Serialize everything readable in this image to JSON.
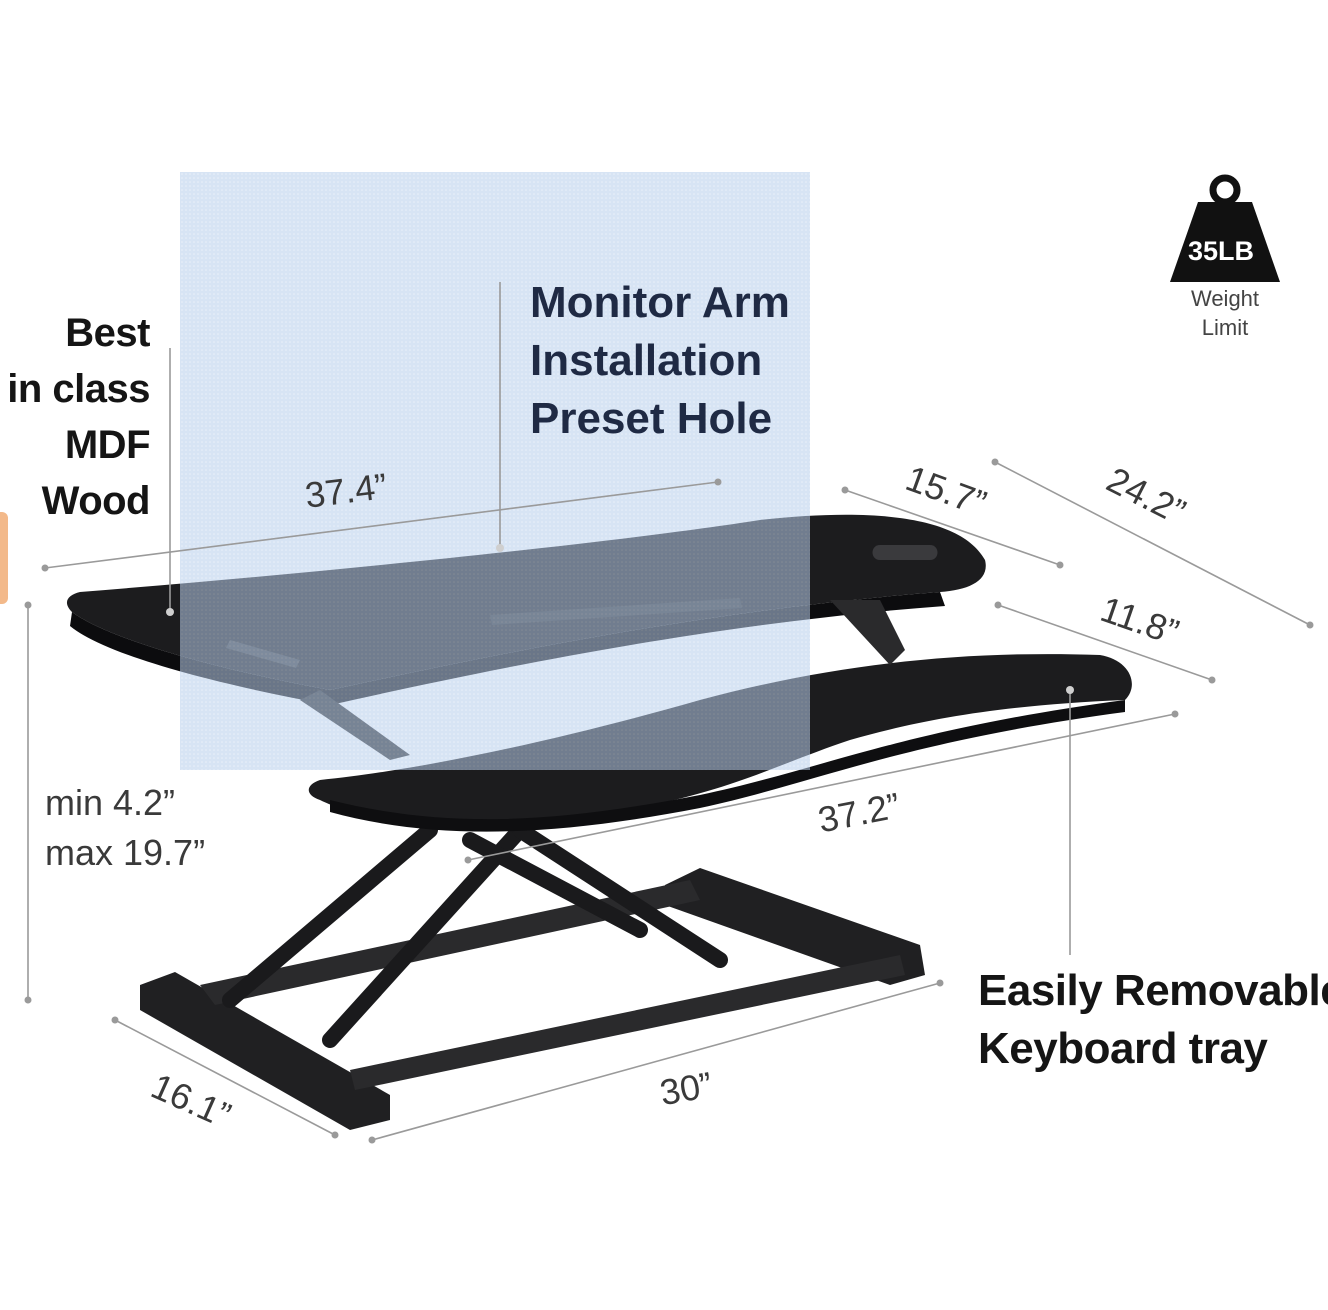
{
  "weight_badge": {
    "value": "35LB",
    "caption_line1": "Weight",
    "caption_line2": "Limit"
  },
  "callouts": {
    "monitor_arm": [
      "Monitor Arm",
      "Installation",
      "Preset Hole"
    ],
    "mdf_wood": [
      "Best",
      "in class",
      "MDF",
      "Wood"
    ],
    "keyboard_tray": [
      "Easily Removable",
      "Keyboard tray"
    ]
  },
  "dimensions": {
    "top_width": "37.4”",
    "top_depth": "15.7”",
    "total_depth": "24.2”",
    "tray_depth": "11.8”",
    "tray_width": "37.2”",
    "height_min": "min 4.2”",
    "height_max": "max 19.7”",
    "base_width": "30”",
    "base_depth": "16.1”"
  },
  "colors": {
    "desk": "#1c1c1e",
    "highlight_overlay": "#a9c3e6",
    "dimension_line": "#9a9a9a",
    "callout_text": "#151515",
    "monitor_text": "#1f2a44"
  }
}
